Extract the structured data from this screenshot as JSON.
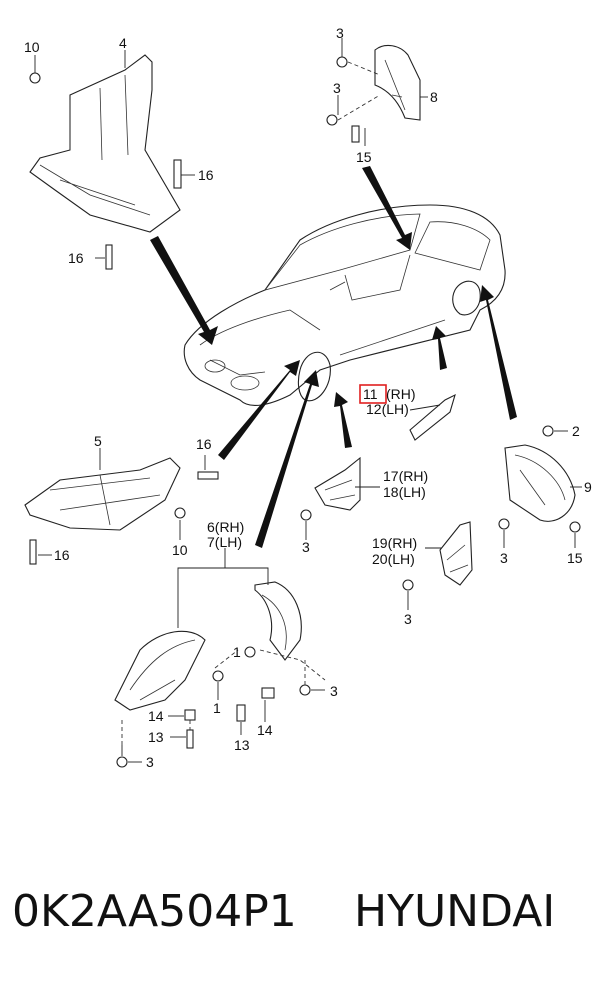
{
  "callouts": {
    "c10a": "10",
    "c4": "4",
    "c16a": "16",
    "c16b": "16",
    "c3a": "3",
    "c3b": "3",
    "c8": "8",
    "c15a": "15",
    "c11": "11",
    "c11s": "(RH)",
    "c12": "12(LH)",
    "c2": "2",
    "c9": "9",
    "c3c": "3",
    "c15b": "15",
    "c5": "5",
    "c16c": "16",
    "c10b": "10",
    "c16d": "16",
    "c17": "17(RH)",
    "c18": "18(LH)",
    "c3d": "3",
    "c6": "6(RH)",
    "c7": "7(LH)",
    "c19": "19(RH)",
    "c20": "20(LH)",
    "c3e": "3",
    "c1a": "1",
    "c1b": "1",
    "c3f": "3",
    "c14a": "14",
    "c13a": "13",
    "c3g": "3",
    "c13b": "13",
    "c14b": "14"
  },
  "highlight_color": "#e02020",
  "footer": {
    "part_number": "0K2AA504P1",
    "brand": "HYUNDAI"
  }
}
